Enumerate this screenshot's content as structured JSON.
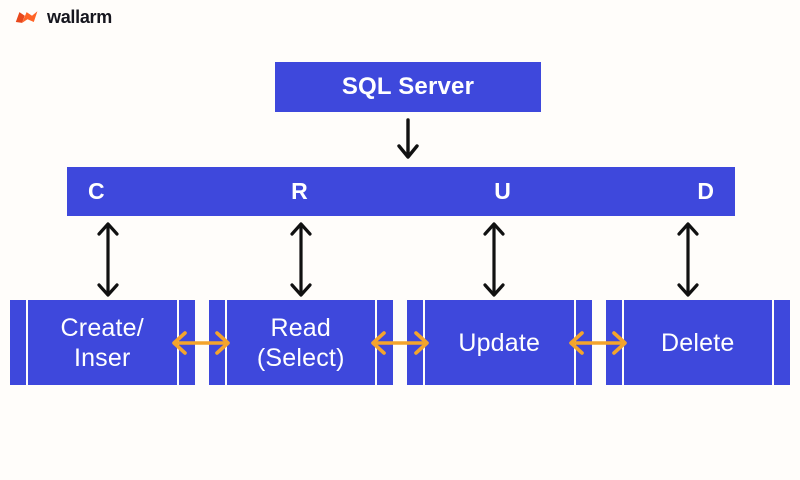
{
  "brand": {
    "name": "wallarm"
  },
  "diagram": {
    "root": {
      "label": "SQL Server"
    },
    "crud_bar": {
      "letters": [
        "C",
        "R",
        "U",
        "D"
      ]
    },
    "operations": [
      {
        "line1": "Create/",
        "line2": "Inser"
      },
      {
        "line1": "Read",
        "line2": "(Select)"
      },
      {
        "line1": "Update",
        "line2": ""
      },
      {
        "line1": "Delete",
        "line2": ""
      }
    ],
    "icons": {
      "wallarm_logo_icon": "two-orange-bolt-shapes",
      "down_arrow_icon": "↓",
      "vertical_double_arrow_icon": "↕",
      "horizontal_double_arrow_icon": "↔"
    },
    "colors": {
      "box_blue": "#3E48DC",
      "arrow_black": "#111111",
      "arrow_orange": "#F4A42C",
      "logo_orange": "#FF6326",
      "logo_orange_dark": "#E8481C",
      "text_white": "#FFFFFF",
      "brand_text": "#16161E",
      "background": "#FFFDFA"
    }
  }
}
